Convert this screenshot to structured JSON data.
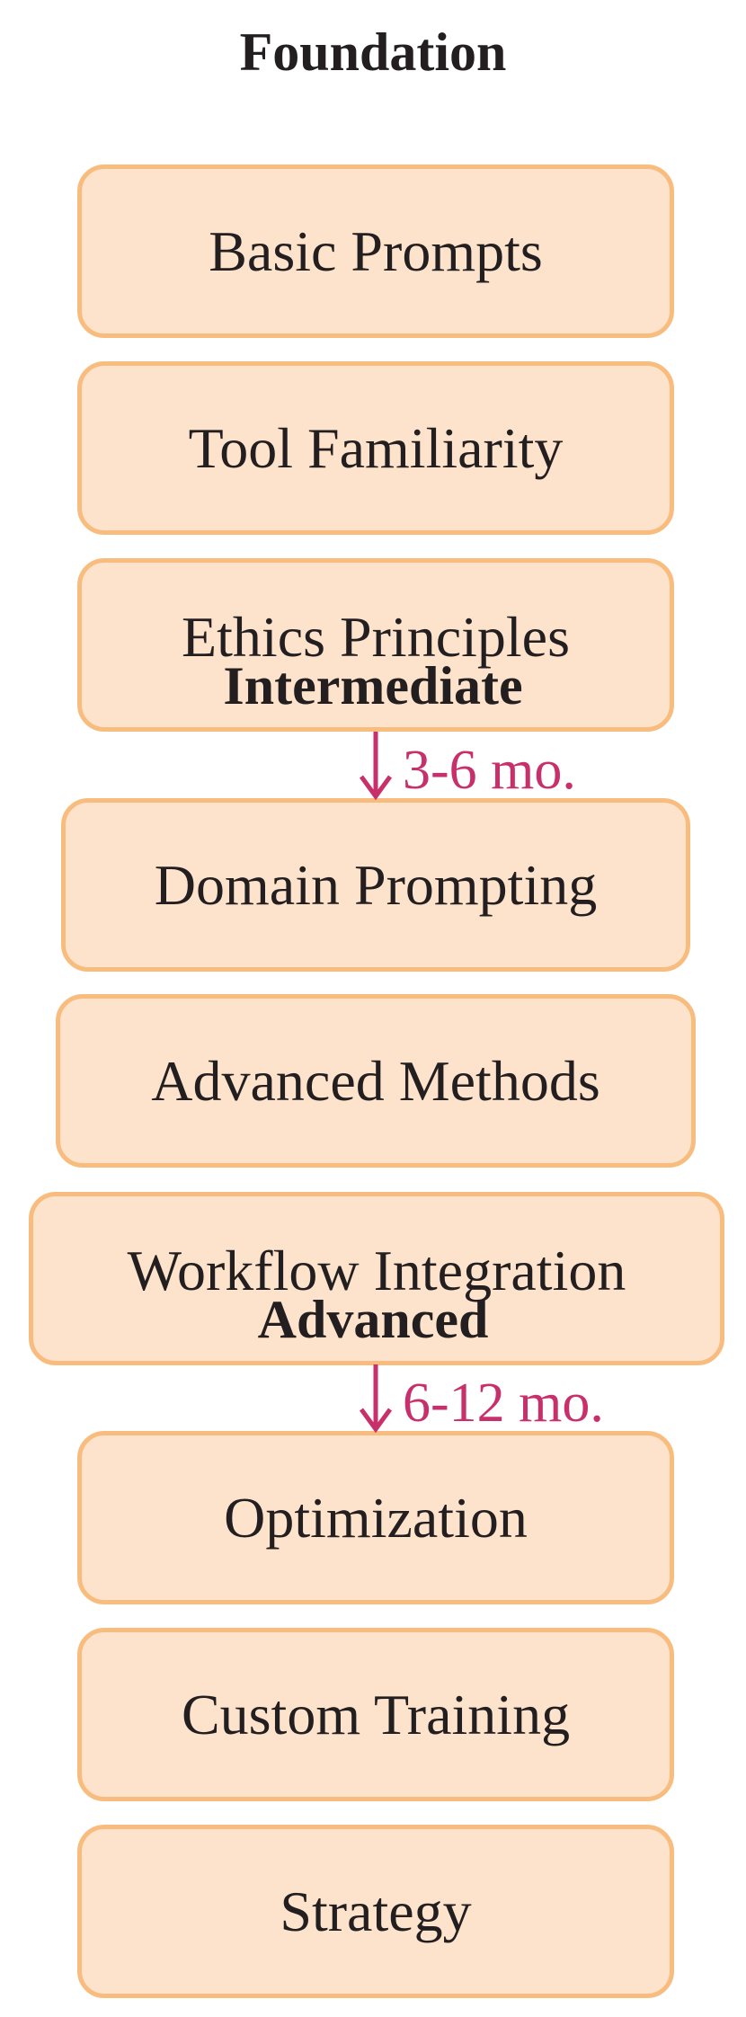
{
  "stages": {
    "foundation": {
      "title": "Foundation",
      "steps": [
        "Basic Prompts",
        "Tool Familiarity",
        "Ethics Principles"
      ]
    },
    "intermediate": {
      "title": "Intermediate",
      "duration": "3-6 mo.",
      "steps": [
        "Domain Prompting",
        "Advanced Methods",
        "Workflow Integration"
      ]
    },
    "advanced": {
      "title": "Advanced",
      "duration": "6-12 mo.",
      "steps": [
        "Optimization",
        "Custom Training",
        "Strategy"
      ]
    }
  },
  "colors": {
    "box_fill": "#fde3cc",
    "box_border": "#f8bd7e",
    "arrow": "#c8306c",
    "text": "#231f20"
  }
}
